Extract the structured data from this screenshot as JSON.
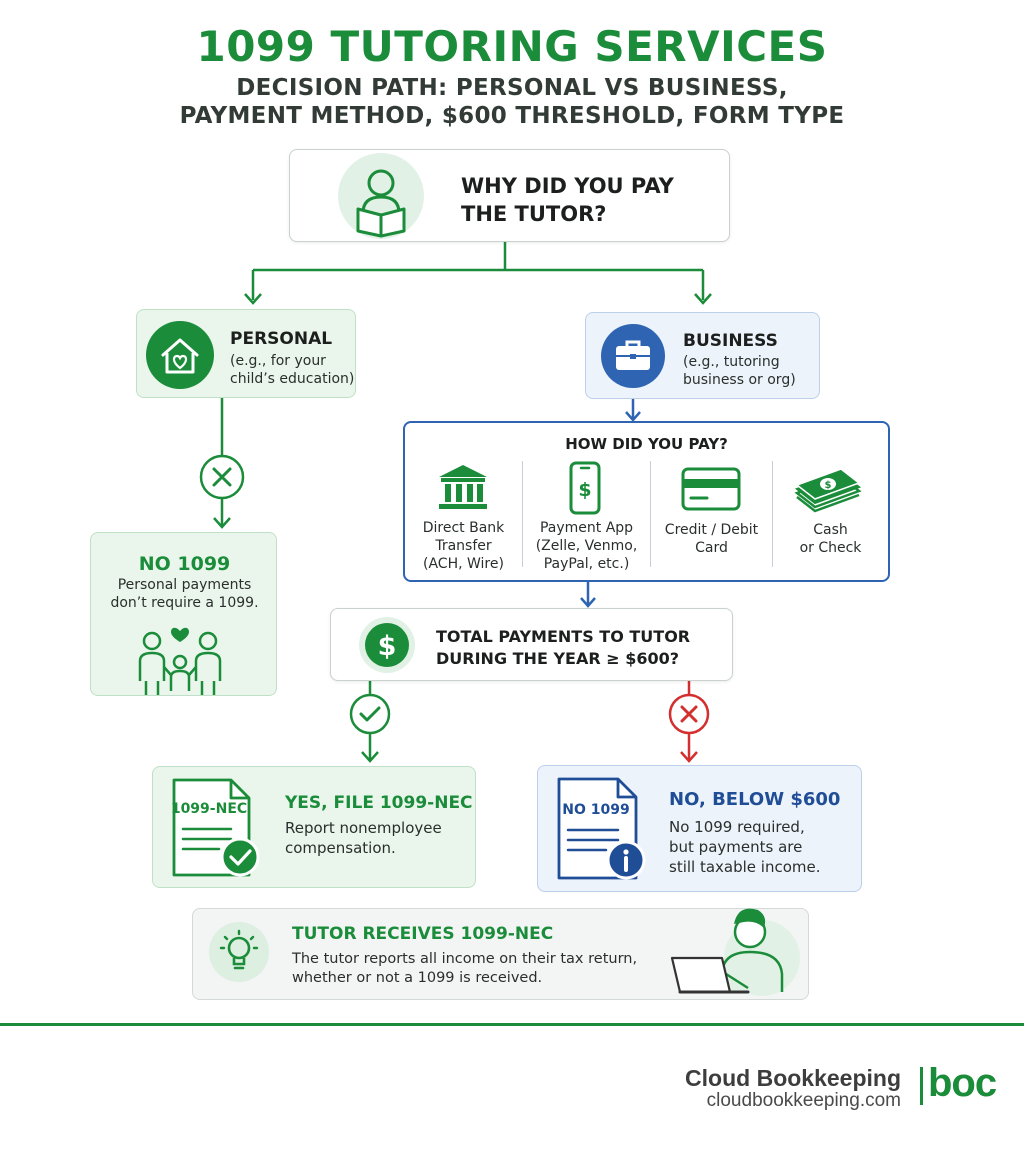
{
  "title": "1099 TUTORING SERVICES",
  "subtitle_line1": "DECISION PATH: PERSONAL VS BUSINESS,",
  "subtitle_line2": "PAYMENT METHOD, $600 THRESHOLD, FORM TYPE",
  "question": {
    "line1": "WHY DID YOU PAY",
    "line2": "THE TUTOR?"
  },
  "personal": {
    "title": "PERSONAL",
    "line1": "(e.g., for your",
    "line2": "child’s education)"
  },
  "business": {
    "title": "BUSINESS",
    "line1": "(e.g., tutoring",
    "line2": "business or org)"
  },
  "no1099_personal": {
    "title": "NO 1099",
    "line1": "Personal payments",
    "line2": "don’t require a 1099."
  },
  "payment": {
    "title": "HOW DID YOU PAY?",
    "methods": [
      {
        "icon": "bank-icon",
        "line1": "Direct Bank",
        "line2": "Transfer",
        "line3": "(ACH, Wire)"
      },
      {
        "icon": "phone-dollar-icon",
        "line1": "Payment App",
        "line2": "(Zelle, Venmo,",
        "line3": "PayPal, etc.)"
      },
      {
        "icon": "credit-card-icon",
        "line1": "Credit / Debit",
        "line2": "Card",
        "line3": ""
      },
      {
        "icon": "cash-icon",
        "line1": "Cash",
        "line2": "or Check",
        "line3": ""
      }
    ]
  },
  "threshold": {
    "line1": "TOTAL PAYMENTS TO TUTOR",
    "line2": "DURING THE YEAR ≥ $600?",
    "icon_text": "$"
  },
  "yes_file": {
    "doc_label": "1099-NEC",
    "title": "YES, FILE 1099-NEC",
    "line1": "Report nonemployee",
    "line2": "compensation."
  },
  "no_below": {
    "doc_label": "NO 1099",
    "title": "NO, BELOW $600",
    "line1": "No 1099 required,",
    "line2": "but payments are",
    "line3": "still taxable income."
  },
  "tutor": {
    "title": "TUTOR RECEIVES 1099-NEC",
    "line1": "The tutor reports all income on their tax return,",
    "line2": "whether or not a 1099 is received."
  },
  "footer": {
    "brand": "Cloud Bookkeeping",
    "url": "cloudbookkeeping.com",
    "logo": "boc"
  },
  "colors": {
    "green": "#1a8c3a",
    "blue": "#2e64b2",
    "red": "#d32f2f",
    "navy": "#1f4d96"
  }
}
